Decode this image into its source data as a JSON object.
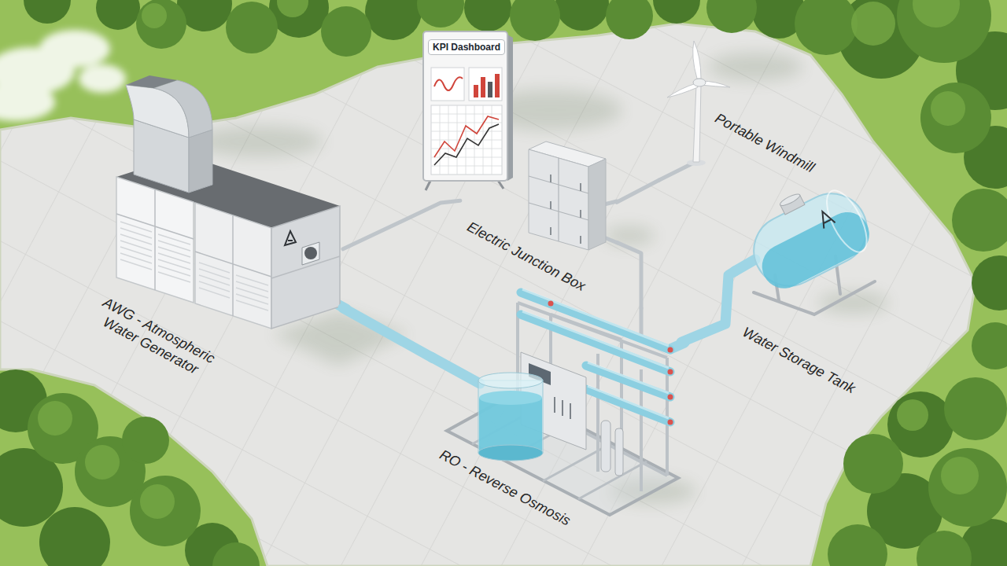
{
  "diagram": {
    "nodes": [
      {
        "text": [
          "KPI Dashboard"
        ]
      },
      {
        "text": [
          "Portable Windmill"
        ]
      },
      {
        "text": [
          "Electric Junction Box"
        ]
      },
      {
        "text": [
          "AWG - Atmospheric Water Generator"
        ]
      },
      {
        "text": [
          "Water Storage Tank"
        ]
      },
      {
        "text": [
          "RO - Reverse Osmosis"
        ]
      }
    ],
    "edges": [
      {
        "from": 3,
        "to": 5,
        "arrow": "none"
      },
      {
        "from": 5,
        "to": 4,
        "arrow": "none"
      },
      {
        "from": 1,
        "to": 2,
        "arrow": "none"
      },
      {
        "from": 3,
        "to": 2,
        "arrow": "none"
      },
      {
        "from": 2,
        "to": 5,
        "arrow": "none"
      }
    ]
  }
}
